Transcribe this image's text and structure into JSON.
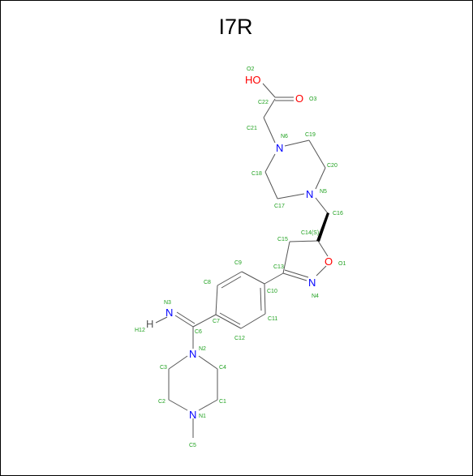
{
  "title": "I7R",
  "colors": {
    "bond": "#555555",
    "label": "#1fa11f",
    "oxygen": "#ff0000",
    "nitrogen": "#0000ff",
    "carbon_hydrogen": "#555555"
  },
  "atoms": {
    "O2": "O2",
    "HO": "HO",
    "O": "O",
    "O3": "O3",
    "C22": "C22",
    "C21": "C21",
    "N6_lbl": "N6",
    "N6": "N",
    "C19": "C19",
    "C18": "C18",
    "C20": "C20",
    "N5_lbl": "N5",
    "N5": "N",
    "C17": "C17",
    "C16": "C16",
    "C14": "C14(S)",
    "C15": "C15",
    "C13": "C13",
    "O1_sym": "O",
    "O1": "O1",
    "N4_sym": "N",
    "N4": "N4",
    "C9": "C9",
    "C8": "C8",
    "C10": "C10",
    "C11": "C11",
    "C12": "C12",
    "C7": "C7",
    "C6": "C6",
    "N3_lbl": "N3",
    "N3": "N",
    "H12": "H12",
    "H": "H",
    "N2_sym": "N",
    "N2": "N2",
    "C3": "C3",
    "C4": "C4",
    "C2": "C2",
    "C1": "C1",
    "N1_sym": "N",
    "N1": "N1",
    "C5": "C5"
  }
}
